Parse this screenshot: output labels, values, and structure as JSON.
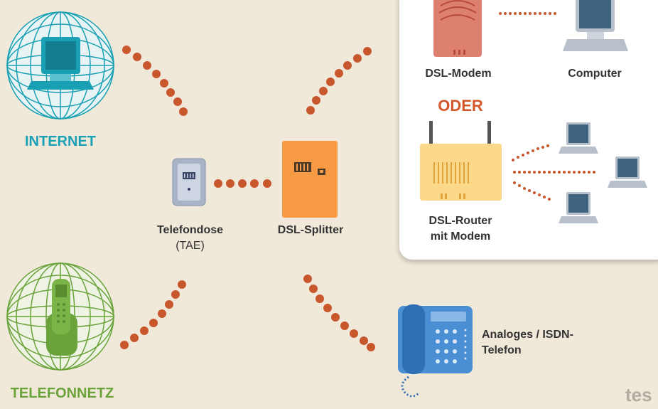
{
  "labels": {
    "internet": "INTERNET",
    "telefonnetz": "TELEFONNETZ",
    "telefondose": "Telefondose",
    "tae": "(TAE)",
    "dsl_splitter": "DSL-Splitter",
    "dsl_modem": "DSL-Modem",
    "computer": "Computer",
    "oder": "ODER",
    "dsl_router_line1": "DSL-Router",
    "dsl_router_line2": "mit Modem",
    "telefon_line1": "Analoges / ISDN-",
    "telefon_line2": "Telefon",
    "watermark": "tes"
  },
  "colors": {
    "internet": "#1aa0b4",
    "telefonnetz": "#6aa33a",
    "oder": "#d4572a",
    "dots": "#c9572e",
    "splitter": "#f79a45",
    "modem": "#dd8070",
    "router": "#fbd88a",
    "phone": "#4a8fd4"
  }
}
